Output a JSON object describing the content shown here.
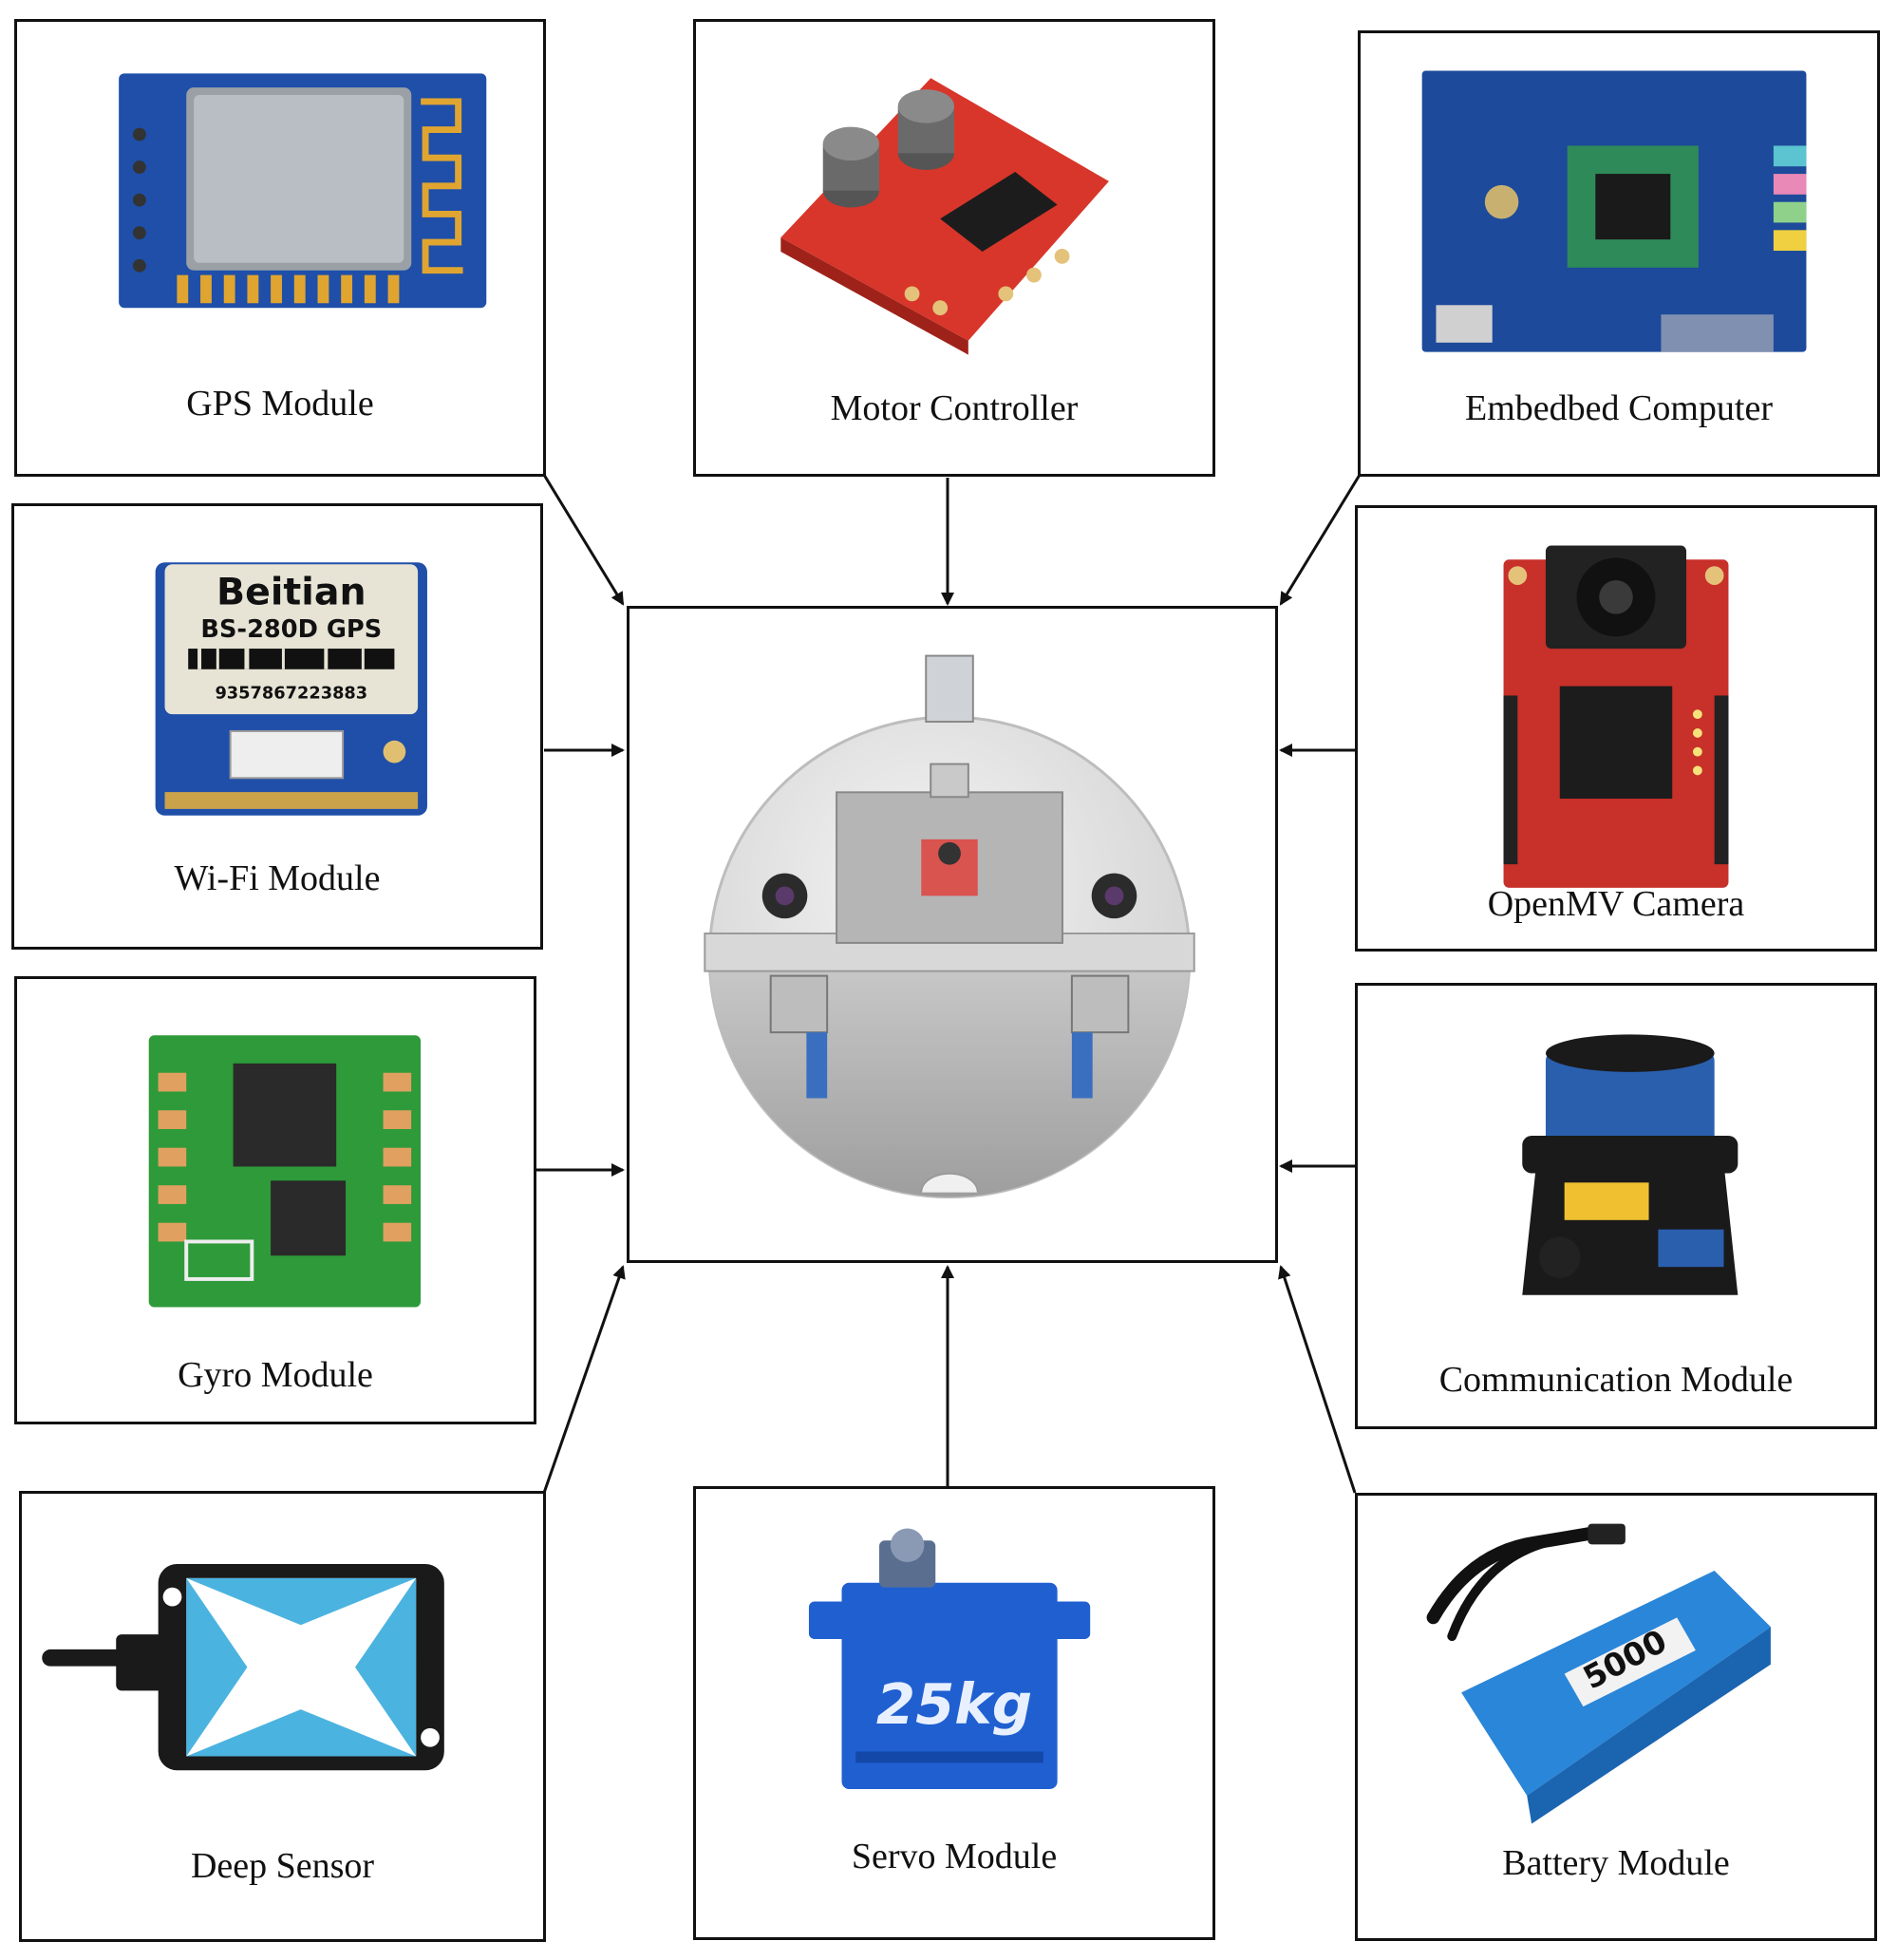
{
  "modules": {
    "gps": "GPS Module",
    "motor": "Motor Controller",
    "embedded": "Embedbed Computer",
    "wifi": "Wi-Fi Module",
    "openmv": "OpenMV Camera",
    "gyro": "Gyro Module",
    "communication": "Communication Module",
    "deep": "Deep Sensor",
    "servo": "Servo Module",
    "battery": "Battery Module"
  },
  "photo_text": {
    "beitian_brand": "Beitian",
    "beitian_model": "BS-280D GPS",
    "beitian_serial": "9357867223883",
    "servo_mark": "25kg",
    "battery_mark": "5000"
  },
  "colors": {
    "border": "#111111",
    "board_blue": "#1f4fa8",
    "board_red": "#d8362a",
    "board_green": "#2e9a3a"
  }
}
